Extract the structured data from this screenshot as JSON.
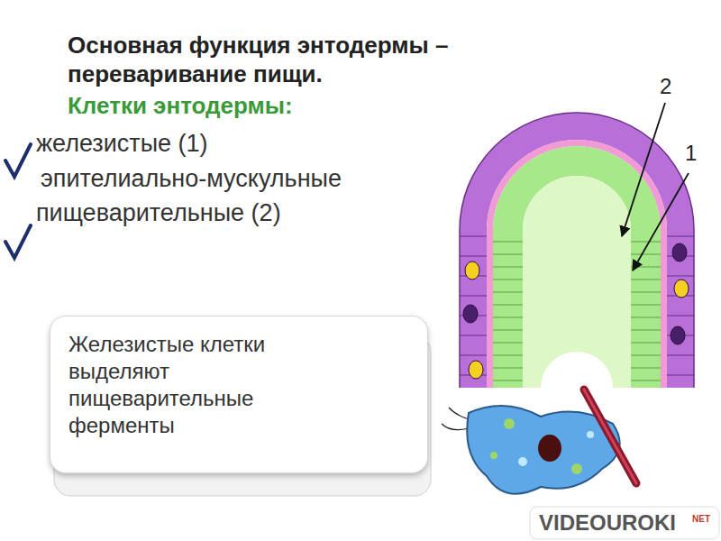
{
  "diagram": {
    "title": "Основная функция энтодермы – переваривание пищи.",
    "nodes": [
      {
        "text": [
          "Железистые клетки выделяют пищеварительные ферменты"
        ]
      }
    ],
    "labels": [
      "Клетки энтодермы:",
      "железистые (1)",
      "эпителиально-мускульные",
      "пищеварительные (2)",
      "2",
      "1",
      "VIDEOUROKI",
      "NET"
    ]
  }
}
